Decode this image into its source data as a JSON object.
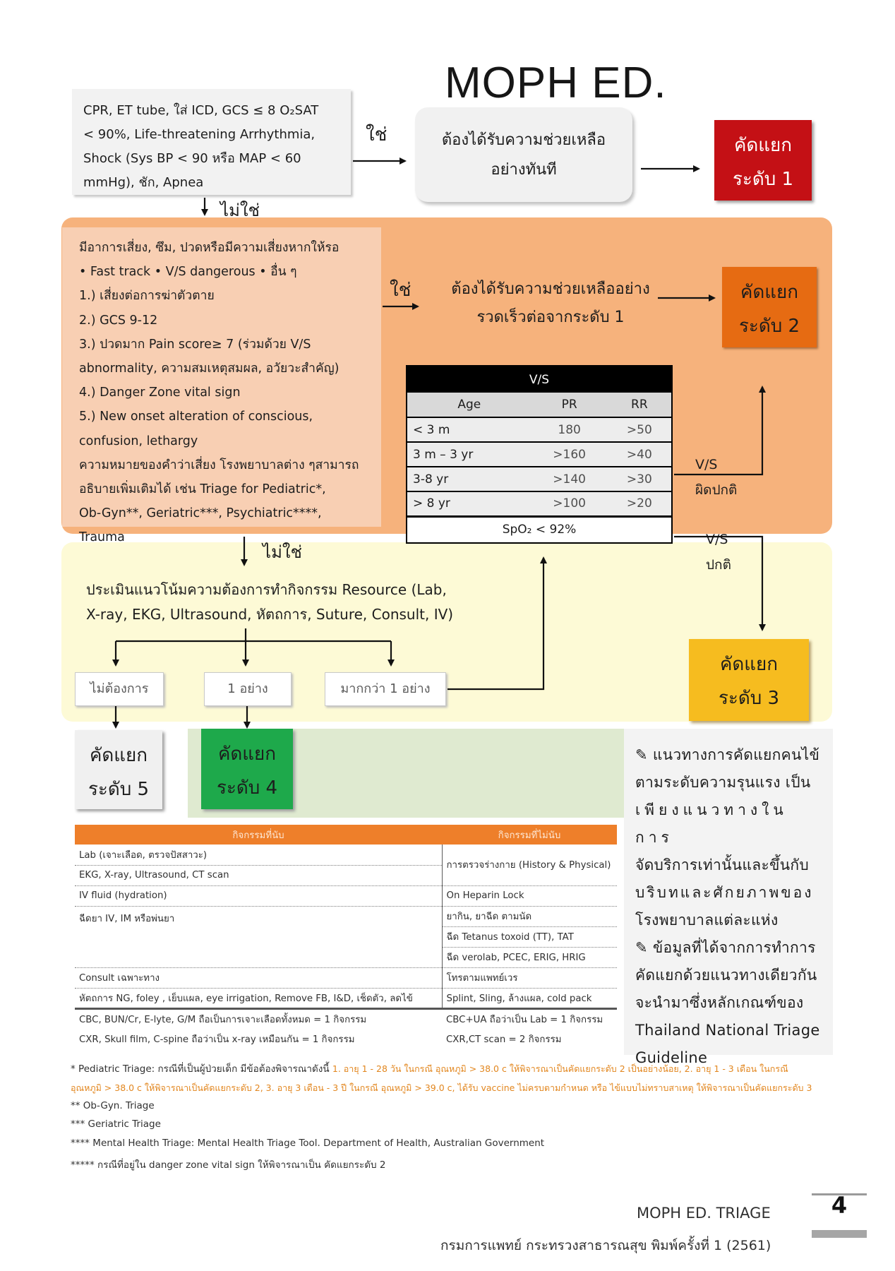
{
  "title": "MOPH ED. TRIAGE",
  "level1_box": {
    "lines": [
      "CPR, ET tube, ใส่ ICD, GCS ≤ 8 O₂SAT",
      "< 90%, Life-threatening Arrhythmia,",
      "Shock (Sys BP < 90 หรือ MAP < 60",
      "mmHg), ชัก, Apnea"
    ]
  },
  "yes_label": "ใช่",
  "no_label": "ไม่ใช่",
  "immediate_help": [
    "ต้องได้รับความช่วยเหลือ",
    "อย่างทันที"
  ],
  "level1": [
    "คัดแยก",
    "ระดับ 1"
  ],
  "level2_box": {
    "lines": [
      "มีอาการเสี่ยง, ซึม, ปวดหรือมีความเสี่ยงหากให้รอ",
      "• Fast track   • V/S dangerous   • อื่น ๆ",
      "1.) เสี่ยงต่อการฆ่าตัวตาย",
      "2.) GCS 9-12",
      "3.) ปวดมาก Pain score≥ 7  (ร่วมด้วย V/S",
      "abnormality, ความสมเหตุสมผล, อวัยวะสำคัญ)",
      "4.) Danger Zone vital sign",
      "5.) New onset alteration of conscious,",
      "confusion, lethargy",
      "ความหมายของคำว่าเสี่ยง โรงพยาบาลต่าง ๆสามารถ",
      "อธิบายเพิ่มเติมได้ เช่น Triage for Pediatric*,",
      "Ob-Gyn**, Geriatric***, Psychiatric****, Trauma"
    ]
  },
  "quick_help": [
    "ต้องได้รับความช่วยเหลืออย่าง",
    "รวดเร็วต่อจากระดับ 1"
  ],
  "level2": [
    "คัดแยก",
    "ระดับ 2"
  ],
  "vs_table": {
    "title": "V/S",
    "headers": [
      "Age",
      "PR",
      "RR"
    ],
    "rows": [
      [
        "< 3 m",
        "180",
        ">50"
      ],
      [
        "3 m – 3 yr",
        ">160",
        ">40"
      ],
      [
        "3-8 yr",
        ">140",
        ">30"
      ],
      [
        "> 8 yr",
        ">100",
        ">20"
      ]
    ],
    "spo2": "SpO₂ < 92%"
  },
  "vs_abnormal": [
    "V/S",
    "ผิดปกติ"
  ],
  "vs_normal": [
    "V/S",
    "ปกติ"
  ],
  "resource_text": [
    "ประเมินแนวโน้มความต้องการทำกิจกรรม Resource (Lab,",
    "X-ray, EKG, Ultrasound, หัตถการ, Suture, Consult, IV)"
  ],
  "choices": {
    "none": "ไม่ต้องการ",
    "one": "1 อย่าง",
    "many": "มากกว่า 1 อย่าง"
  },
  "level3": [
    "คัดแยก",
    "ระดับ 3"
  ],
  "level4": [
    "คัดแยก",
    "ระดับ 4"
  ],
  "level5": [
    "คัดแยก",
    "ระดับ 5"
  ],
  "note": {
    "lines": [
      "✎ แนวทางการคัดแยกคนไข้",
      "ตามระดับความรุนแรง เป็น",
      "เพียงแนวทางในการ",
      "จัดบริการเท่านั้นและขึ้นกับ",
      "บริบทและศักยภาพของ",
      "โรงพยาบาลแต่ละแห่ง",
      "✎ ข้อมูลที่ได้จากการทำการ",
      "คัดแยกด้วยแนวทางเดียวกัน",
      "จะนำมาซึ่งหลักเกณฑ์ของ",
      "Thailand National Triage",
      "Guideline"
    ]
  },
  "activities": {
    "headers": [
      "กิจกรรมที่นับ",
      "กิจกรรมที่ไม่นับ"
    ],
    "rows": [
      [
        "Lab (เจาะเลือด, ตรวจปัสสาวะ)",
        "การตรวจร่างกาย (History & Physical)"
      ],
      [
        "EKG, X-ray, Ultrasound, CT scan",
        ""
      ],
      [
        "IV fluid (hydration)",
        "On Heparin Lock"
      ],
      [
        "ฉีดยา IV, IM หรือพ่นยา",
        "ยากิน, ยาฉีด ตามนัด"
      ],
      [
        "",
        "ฉีด Tetanus toxoid (TT), TAT"
      ],
      [
        "",
        "ฉีด verolab, PCEC, ERIG, HRIG"
      ],
      [
        "Consult เฉพาะทาง",
        "โทรตามแพทย์เวร"
      ],
      [
        "หัตถการ NG, foley  , เย็บแผล, eye irrigation, Remove FB, I&D, เช็ดตัว, ลดไข้",
        "Splint, Sling, ล้างแผล, cold pack"
      ]
    ],
    "summary": [
      [
        "CBC, BUN/Cr, E-lyte, G/M ถือเป็นการเจาะเลือดทั้งหมด = 1 กิจกรรม",
        "CBC+UA ถือว่าเป็น Lab = 1 กิจกรรม"
      ],
      [
        "CXR, Skull film, C-spine ถือว่าเป็น x-ray เหมือนกัน = 1 กิจกรรม",
        "CXR,CT scan = 2 กิจกรรม"
      ]
    ]
  },
  "footnotes": {
    "ped_lead": "* Pediatric Triage: กรณีที่เป็นผู้ป่วยเด็ก มีข้อต้องพิจารณาดังนี้ ",
    "ped_hl1": "1. อายุ 1 - 28 วัน ในกรณี อุณหภูมิ > 38.0 c ให้พิจารณาเป็นคัดแยกระดับ 2 เป็นอย่างน้อย,  2. อายุ 1 - 3 เดือน ในกรณี",
    "ped_hl2": "อุณหภูมิ > 38.0 c ให้พิจารณาเป็นคัดแยกระดับ 2, 3. อายุ 3 เดือน - 3 ปี ในกรณี อุณหภูมิ > 39.0 c, ได้รับ vaccine ไม่ครบตามกำหนด หรือ ไข้แบบไม่ทราบสาเหตุ ให้พิจารณาเป็นคัดแยกระดับ 3",
    "obgyn": "** Ob-Gyn. Triage",
    "geriatric": "*** Geriatric Triage",
    "mental": "**** Mental Health Triage:  Mental Health Triage Tool. Department of Health, Australian Government",
    "danger": "***** กรณีที่อยู่ใน danger zone vital sign ให้พิจารณาเป็น คัดแยกระดับ 2"
  },
  "footer": {
    "title": "MOPH ED. TRIAGE",
    "page": "4",
    "publisher": "กรมการแพทย์ กระทรวงสาธารณสุข พิมพ์ครั้งที่ 1 (2561)"
  }
}
